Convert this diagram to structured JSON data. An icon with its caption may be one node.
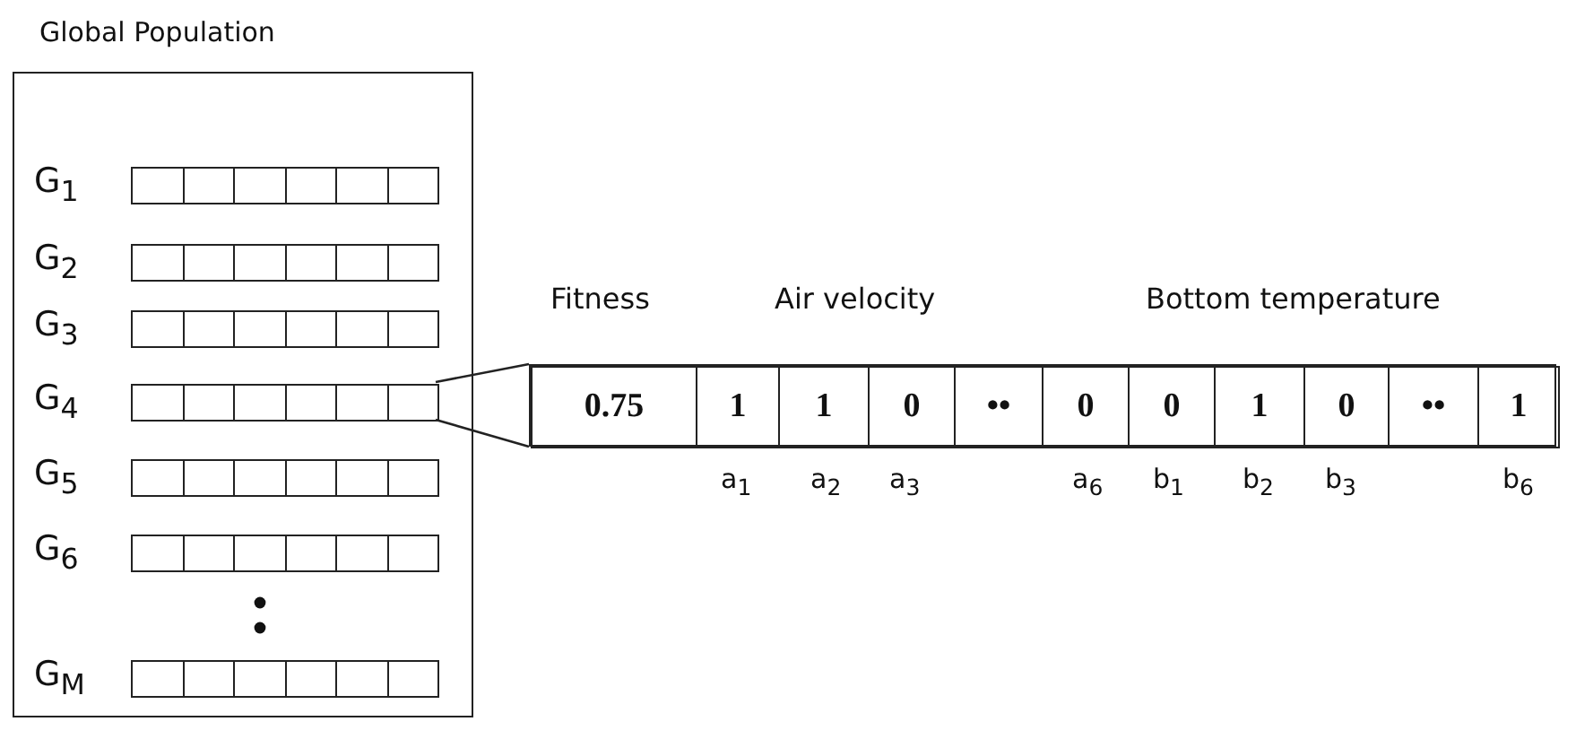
{
  "diagram": {
    "nodes": [
      {
        "text": [
          "Global Population"
        ]
      },
      {
        "text": [
          "G$_{1}$"
        ],
        "in": 0
      },
      {
        "text": [
          "G$_{2}$"
        ],
        "in": 0
      },
      {
        "text": [
          "G$_{3}$"
        ],
        "in": 0
      },
      {
        "text": [
          "G$_{4}$"
        ],
        "in": 0
      },
      {
        "text": [
          "G$_{5}$"
        ],
        "in": 0
      },
      {
        "text": [
          "G$_{6}$"
        ],
        "in": 0
      },
      {
        "text": [
          "G$_{M}$"
        ],
        "in": 0
      },
      {
        "text": [],
        "shape": "bar"
      },
      {
        "text": [
          "0.75"
        ],
        "in": 8
      },
      {
        "text": [
          "1"
        ],
        "in": 8
      },
      {
        "text": [
          "1"
        ],
        "in": 8
      },
      {
        "text": [
          "0"
        ],
        "in": 8
      },
      {
        "text": [
          "••"
        ],
        "in": 8
      },
      {
        "text": [
          "0"
        ],
        "in": 8
      },
      {
        "text": [
          "0"
        ],
        "in": 8
      },
      {
        "text": [
          "1"
        ],
        "in": 8
      },
      {
        "text": [
          "0"
        ],
        "in": 8
      },
      {
        "text": [
          "••"
        ],
        "in": 8
      },
      {
        "text": [
          "1"
        ],
        "in": 8
      }
    ],
    "edges": [
      {
        "from": 4,
        "to": 8,
        "arrow": "none"
      },
      {
        "from": 4,
        "to": 8,
        "arrow": "none"
      }
    ],
    "labels": [
      "Fitness",
      "Air velocity",
      "Bottom temperature",
      "a$_{1}$",
      "a$_{2}$",
      "a$_{3}$",
      "a$_{6}$",
      "b$_{1}$",
      "b$_{2}$",
      "b$_{3}$",
      "b$_{6}$"
    ]
  }
}
